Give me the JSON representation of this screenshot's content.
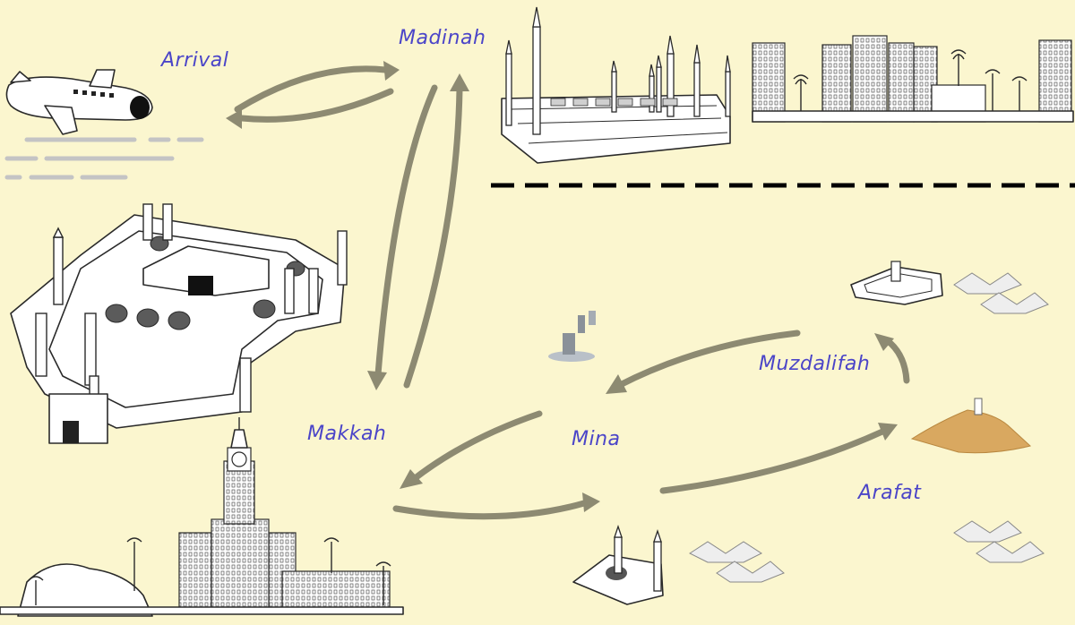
{
  "labels": {
    "arrival": "Arrival",
    "madinah": "Madinah",
    "makkah": "Makkah",
    "mina": "Mina",
    "muzdalifah": "Muzdalifah",
    "arafat": "Arafat"
  },
  "colors": {
    "background": "#fbf6cf",
    "label": "#4b45c8",
    "arrow": "#8d8a72",
    "divider": "#000000",
    "runway": "#c4c4c4",
    "mountain": "#d9a860"
  }
}
